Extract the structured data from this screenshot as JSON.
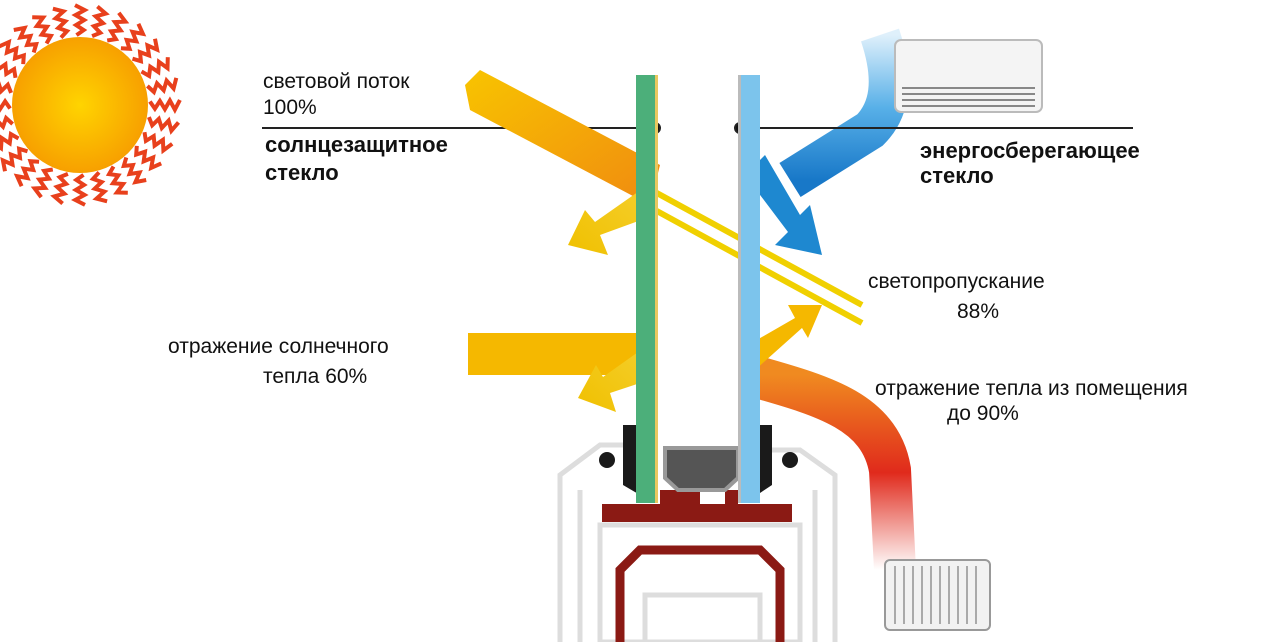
{
  "labels": {
    "light_flow": "световой поток",
    "light_flow_value": "100%",
    "sun_glass_line1": "солнцезащитное",
    "sun_glass_line2": "стекло",
    "energy_glass_line1": "энергосберегающее",
    "energy_glass_line2": "стекло",
    "transmission": "светопропускание",
    "transmission_value": "88%",
    "solar_reflection_line1": "отражение солнечного",
    "solar_reflection_line2": "тепла 60%",
    "heat_reflection_line1": "отражение тепла из помещения",
    "heat_reflection_line2": "до 90%"
  },
  "colors": {
    "sun_glass": "#4caf7a",
    "energy_glass": "#7cc4ec",
    "light_arrow": "#f5b800",
    "cold_air": "#1e88d0",
    "heat": "#e23020",
    "frame_reinforcement": "#8b1a14"
  }
}
